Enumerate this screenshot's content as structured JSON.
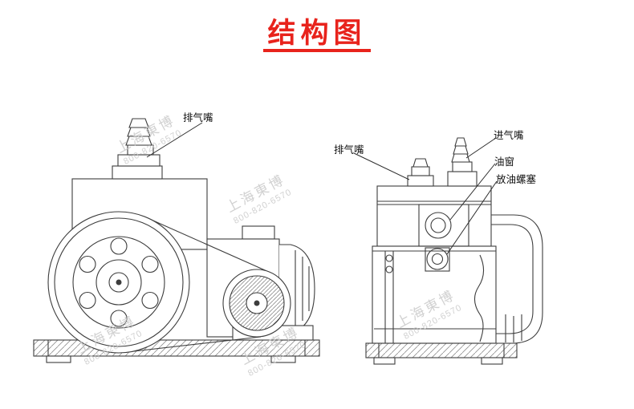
{
  "title": {
    "text": "结构图"
  },
  "labels": {
    "exhaust_left": "排气嘴",
    "exhaust_right": "排气嘴",
    "intake": "进气嘴",
    "oil_window": "油窗",
    "oil_drain": "放油螺塞"
  },
  "watermark": {
    "brand": "上海東博",
    "phone": "800-820-6570"
  },
  "colors": {
    "title_red": "#e8231c",
    "line": "#3d3d3d",
    "watermark_gray": "#c9c9c9"
  }
}
